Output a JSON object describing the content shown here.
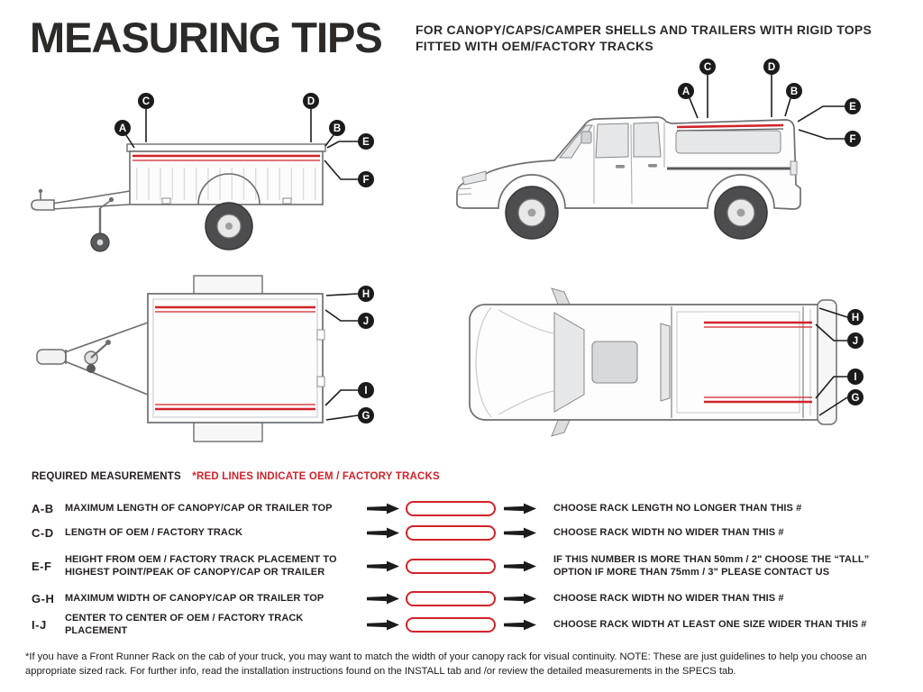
{
  "colors": {
    "track_red": "#d1232a",
    "ink": "#231f20"
  },
  "header": {
    "title": "MEASURING TIPS",
    "subtitle_line1": "FOR CANOPY/CAPS/CAMPER SHELLS AND TRAILERS WITH RIGID TOPS",
    "subtitle_line2": "FITTED WITH OEM/FACTORY TRACKS"
  },
  "diagrams": {
    "trailer_side": {
      "title": "trailer side view",
      "badges": {
        "a": "A",
        "b": "B",
        "c": "C",
        "d": "D",
        "e": "E",
        "f": "F"
      }
    },
    "truck_side": {
      "title": "truck with canopy side view",
      "badges": {
        "a": "A",
        "b": "B",
        "c": "C",
        "d": "D",
        "e": "E",
        "f": "F"
      }
    },
    "trailer_top": {
      "title": "trailer top view",
      "badges": {
        "g": "G",
        "h": "H",
        "i": "I",
        "j": "J"
      }
    },
    "truck_top": {
      "title": "truck with canopy top view",
      "badges": {
        "g": "G",
        "h": "H",
        "i": "I",
        "j": "J"
      }
    }
  },
  "legend": {
    "required_label": "REQUIRED MEASUREMENTS",
    "red_lines_note": "*RED LINES INDICATE OEM / FACTORY TRACKS"
  },
  "measurements": [
    {
      "code": "A-B",
      "description": "MAXIMUM  LENGTH OF CANOPY/CAP OR TRAILER TOP",
      "result": "CHOOSE RACK LENGTH NO LONGER THAN THIS #"
    },
    {
      "code": "C-D",
      "description": "LENGTH OF OEM / FACTORY TRACK",
      "result": "CHOOSE RACK WIDTH NO WIDER THAN THIS #"
    },
    {
      "code": "E-F",
      "description": "HEIGHT FROM OEM / FACTORY TRACK PLACEMENT TO HIGHEST POINT/PEAK OF CANOPY/CAP OR TRAILER",
      "result": "IF THIS NUMBER IS MORE THAN 50mm / 2\" CHOOSE THE “TALL” OPTION IF MORE THAN 75mm / 3\" PLEASE CONTACT US"
    },
    {
      "code": "G-H",
      "description": "MAXIMUM  WIDTH OF CANOPY/CAP OR TRAILER TOP",
      "result": "CHOOSE RACK WIDTH NO WIDER THAN THIS #"
    },
    {
      "code": "I-J",
      "description": "CENTER TO CENTER OF OEM / FACTORY TRACK PLACEMENT",
      "result": "CHOOSE RACK WIDTH AT LEAST ONE SIZE WIDER THAN THIS #"
    }
  ],
  "footnote": "*If you have a Front Runner Rack on the cab of your truck, you may want to match the width of your canopy rack for visual continuity. NOTE: These are just guidelines to help you choose an appropriate sized rack. For further info, read the installation instructions found on the INSTALL tab and /or review the detailed measurements in the SPECS tab."
}
